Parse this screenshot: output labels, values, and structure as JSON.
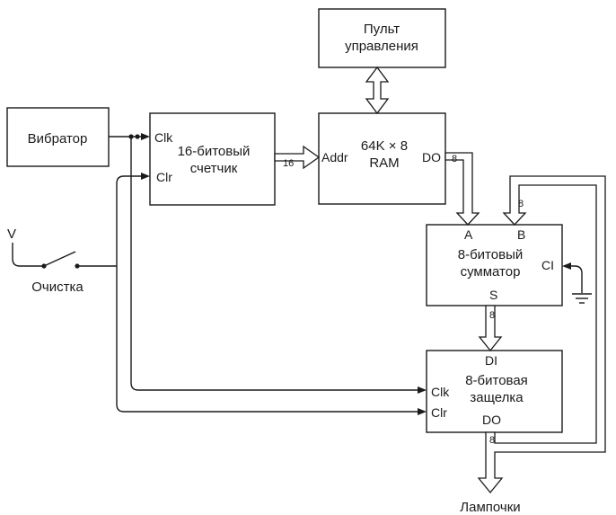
{
  "blocks": {
    "oscillator": {
      "label": "Вибратор"
    },
    "counter": {
      "line1": "16-битовый",
      "line2": "счетчик",
      "pin_clk": "Clk",
      "pin_clr": "Clr"
    },
    "control_panel": {
      "line1": "Пульт",
      "line2": "управления"
    },
    "ram": {
      "line1": "64K × 8",
      "line2": "RAM",
      "pin_addr": "Addr",
      "pin_do": "DO"
    },
    "adder": {
      "line1": "8-битовый",
      "line2": "сумматор",
      "pin_a": "A",
      "pin_b": "B",
      "pin_ci": "CI",
      "pin_s": "S"
    },
    "latch": {
      "line1": "8-битовая",
      "line2": "защелка",
      "pin_di": "DI",
      "pin_clk": "Clk",
      "pin_clr": "Clr",
      "pin_do": "DO"
    }
  },
  "labels": {
    "voltage": "V",
    "clear_switch": "Очистка",
    "lamps": "Лампочки"
  },
  "bus_widths": {
    "address": "16",
    "ram_out": "8",
    "adder_out": "8",
    "feedback": "8",
    "latch_out": "8"
  }
}
